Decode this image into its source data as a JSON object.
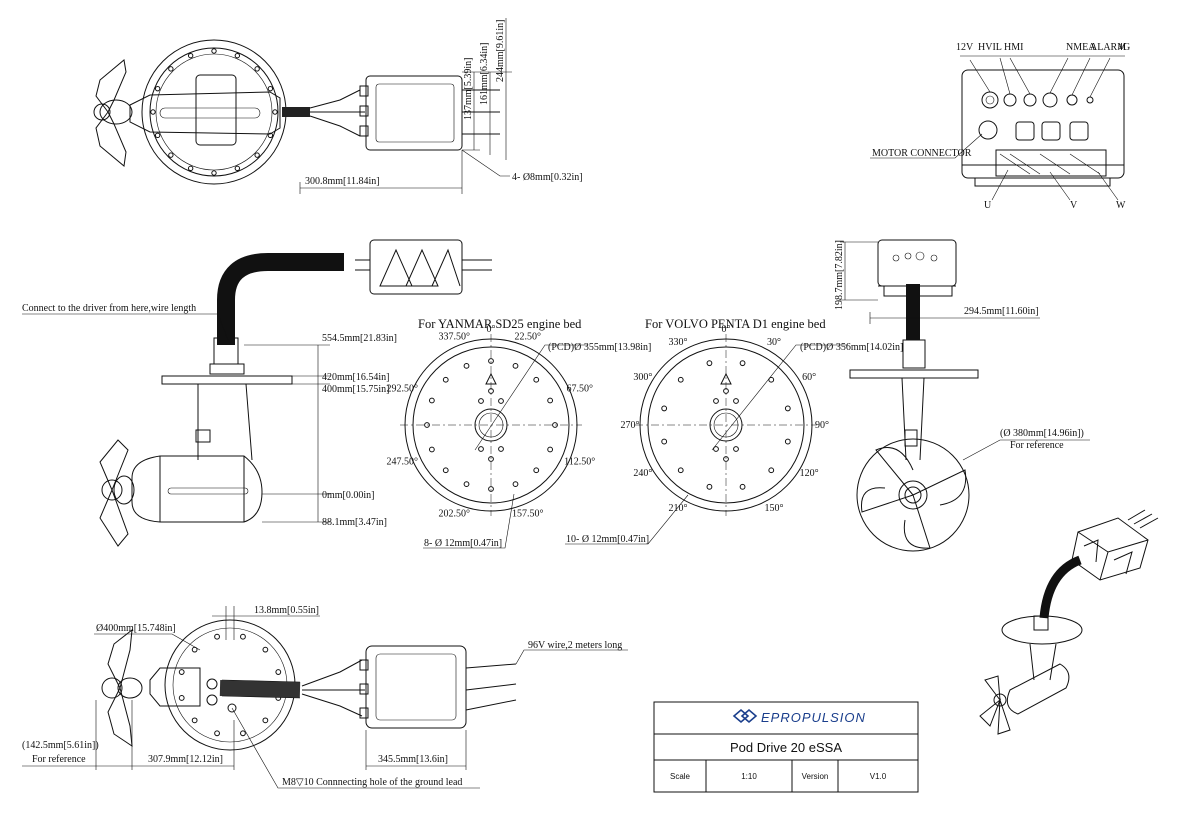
{
  "top_view": {
    "dim_137": "137mm[5.39in]",
    "dim_161": "161mm[6.34in]",
    "dim_244": "244mm[9.61in]",
    "dim_300": "300.8mm[11.84in]",
    "holes": "4- Ø8mm[0.32in]"
  },
  "connectors": {
    "c12v": "12V",
    "hvil": "HVIL",
    "hmi": "HMI",
    "nmea": "NMEA",
    "alarm": "ALARM",
    "g4": "4G",
    "motor": "MOTOR CONNECTOR",
    "u": "U",
    "v": "V",
    "w": "W",
    "dim_198": "198.7mm[7.82in]",
    "dim_294": "294.5mm[11.60in]"
  },
  "side_view": {
    "wire_note": "Connect to the driver from here,wire length",
    "dim_554": "554.5mm[21.83in]",
    "dim_420": "420mm[16.54in]",
    "dim_400": "400mm[15.75in]",
    "dim_0": "0mm[0.00in]",
    "dim_88": "88.1mm[3.47in]"
  },
  "yanmar": {
    "title": "For YANMAR SD25 engine bed",
    "pcd": "(PCD)Ø 355mm[13.98in]",
    "holes": "8- Ø 12mm[0.47in]",
    "angles": [
      "0°",
      "22.50°",
      "67.50°",
      "112.50°",
      "157.50°",
      "202.50°",
      "247.50°",
      "292.50°",
      "337.50°"
    ]
  },
  "volvo": {
    "title": "For VOLVO PENTA D1 engine bed",
    "pcd": "(PCD)Ø 356mm[14.02in]",
    "holes": "10- Ø 12mm[0.47in]",
    "angles": [
      "0°",
      "30°",
      "60°",
      "90°",
      "120°",
      "150°",
      "210°",
      "240°",
      "270°",
      "300°",
      "330°"
    ]
  },
  "front_view": {
    "diameter": "(Ø 380mm[14.96in])",
    "reference": "For reference"
  },
  "bottom_view": {
    "dim_13": "13.8mm[0.55in]",
    "dim_400": "Ø400mm[15.748in]",
    "wire": "96V wire,2 meters long",
    "dim_142": "(142.5mm[5.61in])",
    "reference": "For reference",
    "dim_307": "307.9mm[12.12in]",
    "dim_345": "345.5mm[13.6in]",
    "ground": "M8▽10 Connnecting hole of the ground lead"
  },
  "title_block": {
    "brand": "EPROPULSION",
    "product": "Pod Drive 20 eSSA",
    "scale_label": "Scale",
    "scale_value": "1:10",
    "version_label": "Version",
    "version_value": "V1.0"
  }
}
